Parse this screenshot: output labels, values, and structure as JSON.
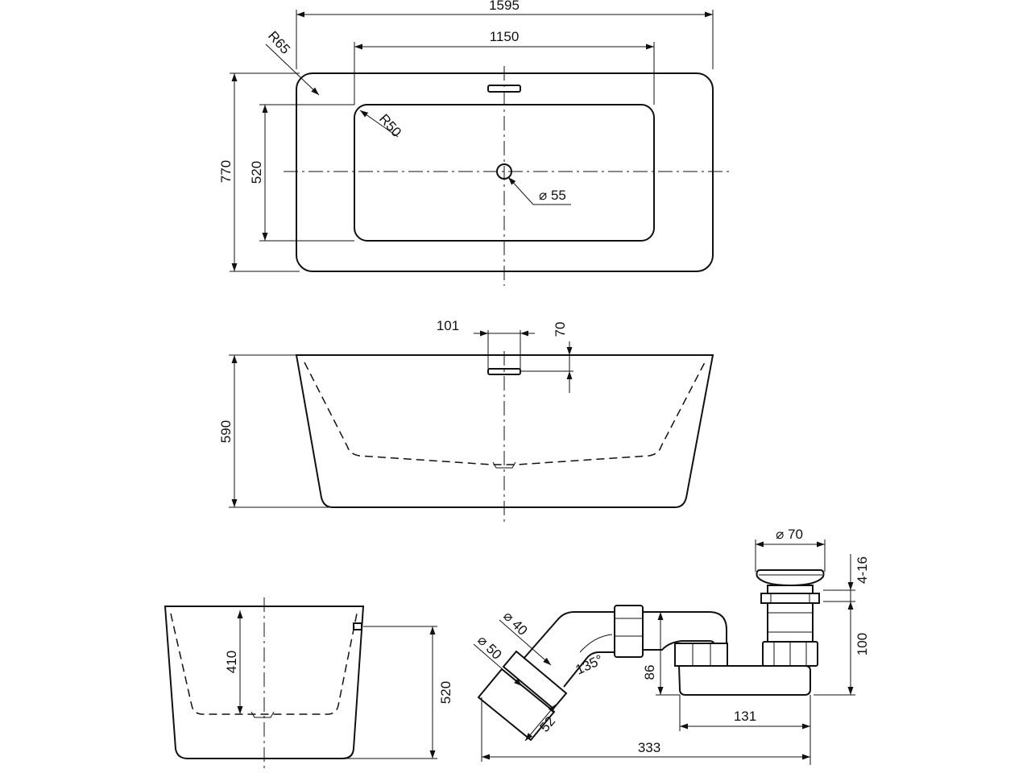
{
  "top_view": {
    "overall_length": "1595",
    "basin_length": "1150",
    "overall_width": "770",
    "basin_width": "520",
    "outer_radius": "R65",
    "inner_radius": "R50",
    "drain_diameter": "⌀ 55"
  },
  "side_view": {
    "overflow_width": "101",
    "overflow_offset": "70",
    "height": "590"
  },
  "end_view": {
    "inner_depth": "410",
    "height": "520"
  },
  "siphon": {
    "plug_diameter": "⌀ 70",
    "plug_travel": "4-16",
    "body_height": "100",
    "outlet_inner": "⌀ 40",
    "outlet_outer": "⌀ 50",
    "angle": "135°",
    "outlet_length": "52",
    "pipe_height": "86",
    "trap_length": "131",
    "total_length": "333"
  }
}
